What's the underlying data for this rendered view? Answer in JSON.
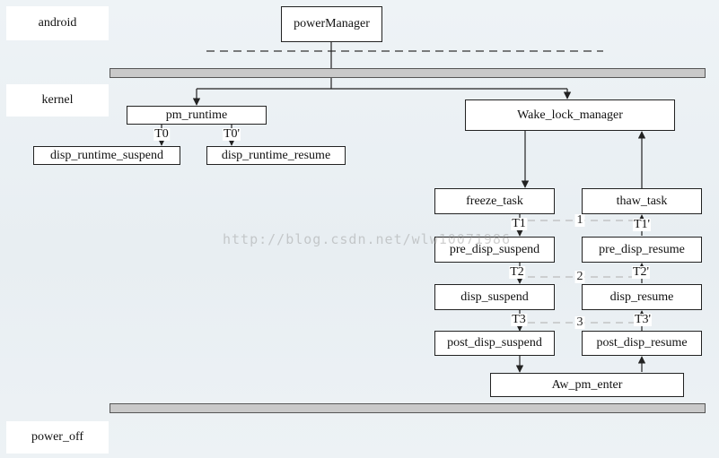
{
  "layers": {
    "android": "android",
    "kernel": "kernel",
    "power_off": "power_off"
  },
  "nodes": {
    "power_manager": "powerManager",
    "pm_runtime": "pm_runtime",
    "disp_runtime_suspend": "disp_runtime_suspend",
    "disp_runtime_resume": "disp_runtime_resume",
    "wake_lock_manager": "Wake_lock_manager",
    "freeze_task": "freeze_task",
    "thaw_task": "thaw_task",
    "pre_disp_suspend": "pre_disp_suspend",
    "pre_disp_resume": "pre_disp_resume",
    "disp_suspend": "disp_suspend",
    "disp_resume": "disp_resume",
    "post_disp_suspend": "post_disp_suspend",
    "post_disp_resume": "post_disp_resume",
    "aw_pm_enter": "Aw_pm_enter"
  },
  "edge_labels": {
    "t0": "T0",
    "t0_prime": "T0'",
    "t1": "T1",
    "t1_prime": "T1'",
    "t2": "T2",
    "t2_prime": "T2'",
    "t3": "T3",
    "t3_prime": "T3'"
  },
  "pair_labels": [
    "1",
    "2",
    "3"
  ],
  "watermark": "http://blog.csdn.net/wlw10071986",
  "colors": {
    "bar_fill": "#c9c9c9",
    "line": "#222222",
    "dashed_pair": "#bbbbbb"
  }
}
